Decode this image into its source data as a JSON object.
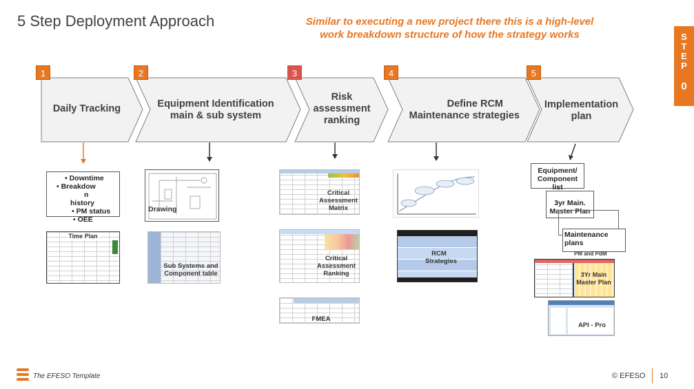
{
  "header": {
    "title": "5 Step Deployment Approach",
    "subtitle_line1": "Similar to executing a new project there this is a high-level",
    "subtitle_line2": "work breakdown structure of how the strategy works"
  },
  "step_tab": {
    "letters": [
      "S",
      "T",
      "E",
      "P"
    ],
    "number": "0"
  },
  "steps": [
    {
      "num": "1",
      "label_lines": [
        "Daily Tracking"
      ]
    },
    {
      "num": "2",
      "label_lines": [
        "Equipment Identification",
        "main & sub system"
      ]
    },
    {
      "num": "3",
      "label_lines": [
        "Risk",
        "assessment",
        "ranking"
      ]
    },
    {
      "num": "4",
      "label_lines": [
        "Define RCM",
        "Maintenance strategies"
      ]
    },
    {
      "num": "5",
      "label_lines": [
        "Implementation",
        "plan"
      ]
    }
  ],
  "col1": {
    "bullets": [
      "Downtime",
      "Breakdow",
      "n",
      "history",
      "PM status",
      "OEE"
    ],
    "time_plan_label": "Time Plan"
  },
  "col2": {
    "drawing_label": "Drawing",
    "subsystems_label": "Sub Systems and Component table"
  },
  "col3": {
    "matrix_label": "Critical Assessment Matrix",
    "ranking_label": "Critical Assessment Ranking",
    "fmea_label": "FMEA"
  },
  "col4": {
    "rcm_label": "RCM Strategies"
  },
  "col5": {
    "box1": "Equipment/ Component list",
    "box2": "3yr Main. Master Plan",
    "box3": "Maintenance plans",
    "box3_extra": "PM and PdM Work orders",
    "plan_label": "3Yr Main Master Plan",
    "api_label": "API - Pro"
  },
  "footer": {
    "template": "The EFESO Template",
    "copyright": "© EFESO",
    "page": "10"
  },
  "colors": {
    "accent": "#E87722",
    "chevron_fill": "#F2F2F2",
    "chevron_stroke": "#7F7F7F"
  }
}
